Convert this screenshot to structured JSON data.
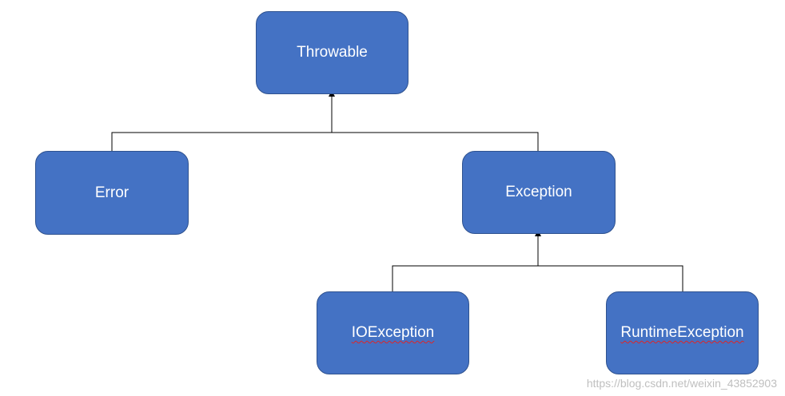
{
  "nodes": {
    "throwable": "Throwable",
    "error": "Error",
    "exception": "Exception",
    "ioexception": "IOException",
    "runtimeexception": "RuntimeException"
  },
  "watermark": "https://blog.csdn.net/weixin_43852903",
  "colors": {
    "node_fill": "#4472c4",
    "node_border": "#2f528f",
    "node_text": "#ffffff",
    "connector": "#000000",
    "spellcheck_underline": "#e02424"
  }
}
